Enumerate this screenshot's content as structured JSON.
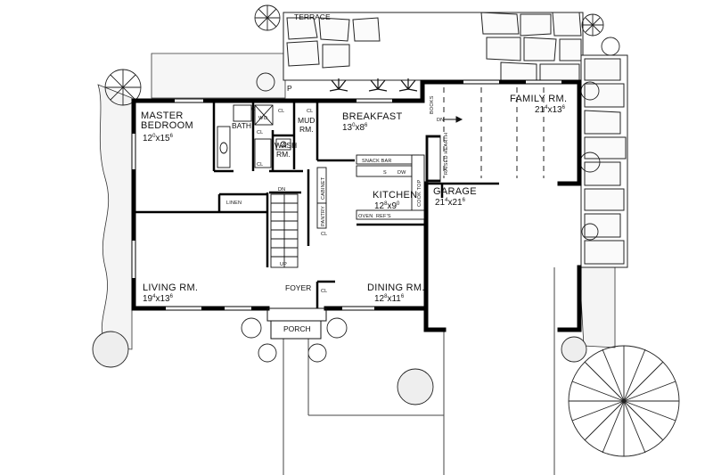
{
  "plan": {
    "outdoor": {
      "terrace": "TERRACE",
      "porch": "PORCH",
      "p_mark": "P"
    },
    "rooms": {
      "master_bedroom": {
        "line1": "MASTER",
        "line2": "BEDROOM",
        "dim_a": "12",
        "sup_a": "0",
        "dim_b": "x15",
        "sup_b": "6"
      },
      "bath": {
        "label": "BATH"
      },
      "mud_room": {
        "line1": "MUD",
        "line2": "RM."
      },
      "wash_room": {
        "line1": "WASH",
        "line2": "RM."
      },
      "breakfast": {
        "label": "BREAKFAST",
        "dim_a": "13",
        "sup_a": "0",
        "dim_b": "x8",
        "sup_b": "6"
      },
      "family_room": {
        "label": "FAMILY RM.",
        "dim_a": "21",
        "sup_a": "4",
        "dim_b": "x13",
        "sup_b": "6"
      },
      "kitchen": {
        "label": "KITCHEN",
        "dim_a": "12",
        "sup_a": "8",
        "dim_b": "x9",
        "sup_b": "0"
      },
      "garage": {
        "label": "GARAGE",
        "dim_a": "21",
        "sup_a": "4",
        "dim_b": "x21",
        "sup_b": "6"
      },
      "living_room": {
        "label": "LIVING RM.",
        "dim_a": "19",
        "sup_a": "4",
        "dim_b": "x13",
        "sup_b": "6"
      },
      "foyer": {
        "label": "FOYER"
      },
      "dining_room": {
        "label": "DINING RM.",
        "dim_a": "12",
        "sup_a": "8",
        "dim_b": "x11",
        "sup_b": "6"
      }
    },
    "fixtures": {
      "linen": "LINEN",
      "cl": "CL",
      "dn": "DN",
      "up": "UP",
      "cabinet": "CABINET",
      "pantry": "PANTRY",
      "snack_bar": "SNACK BAR",
      "s_mark": "S",
      "dw": "DW",
      "oven": "OVEN",
      "refs": "REF'S",
      "books": "BOOKS",
      "raised_hearth": "RAISED HEARTH",
      "cooktop": "COOK TOP",
      "c_mark": "C",
      "w_mark": "W",
      "d_mark": "D"
    }
  }
}
